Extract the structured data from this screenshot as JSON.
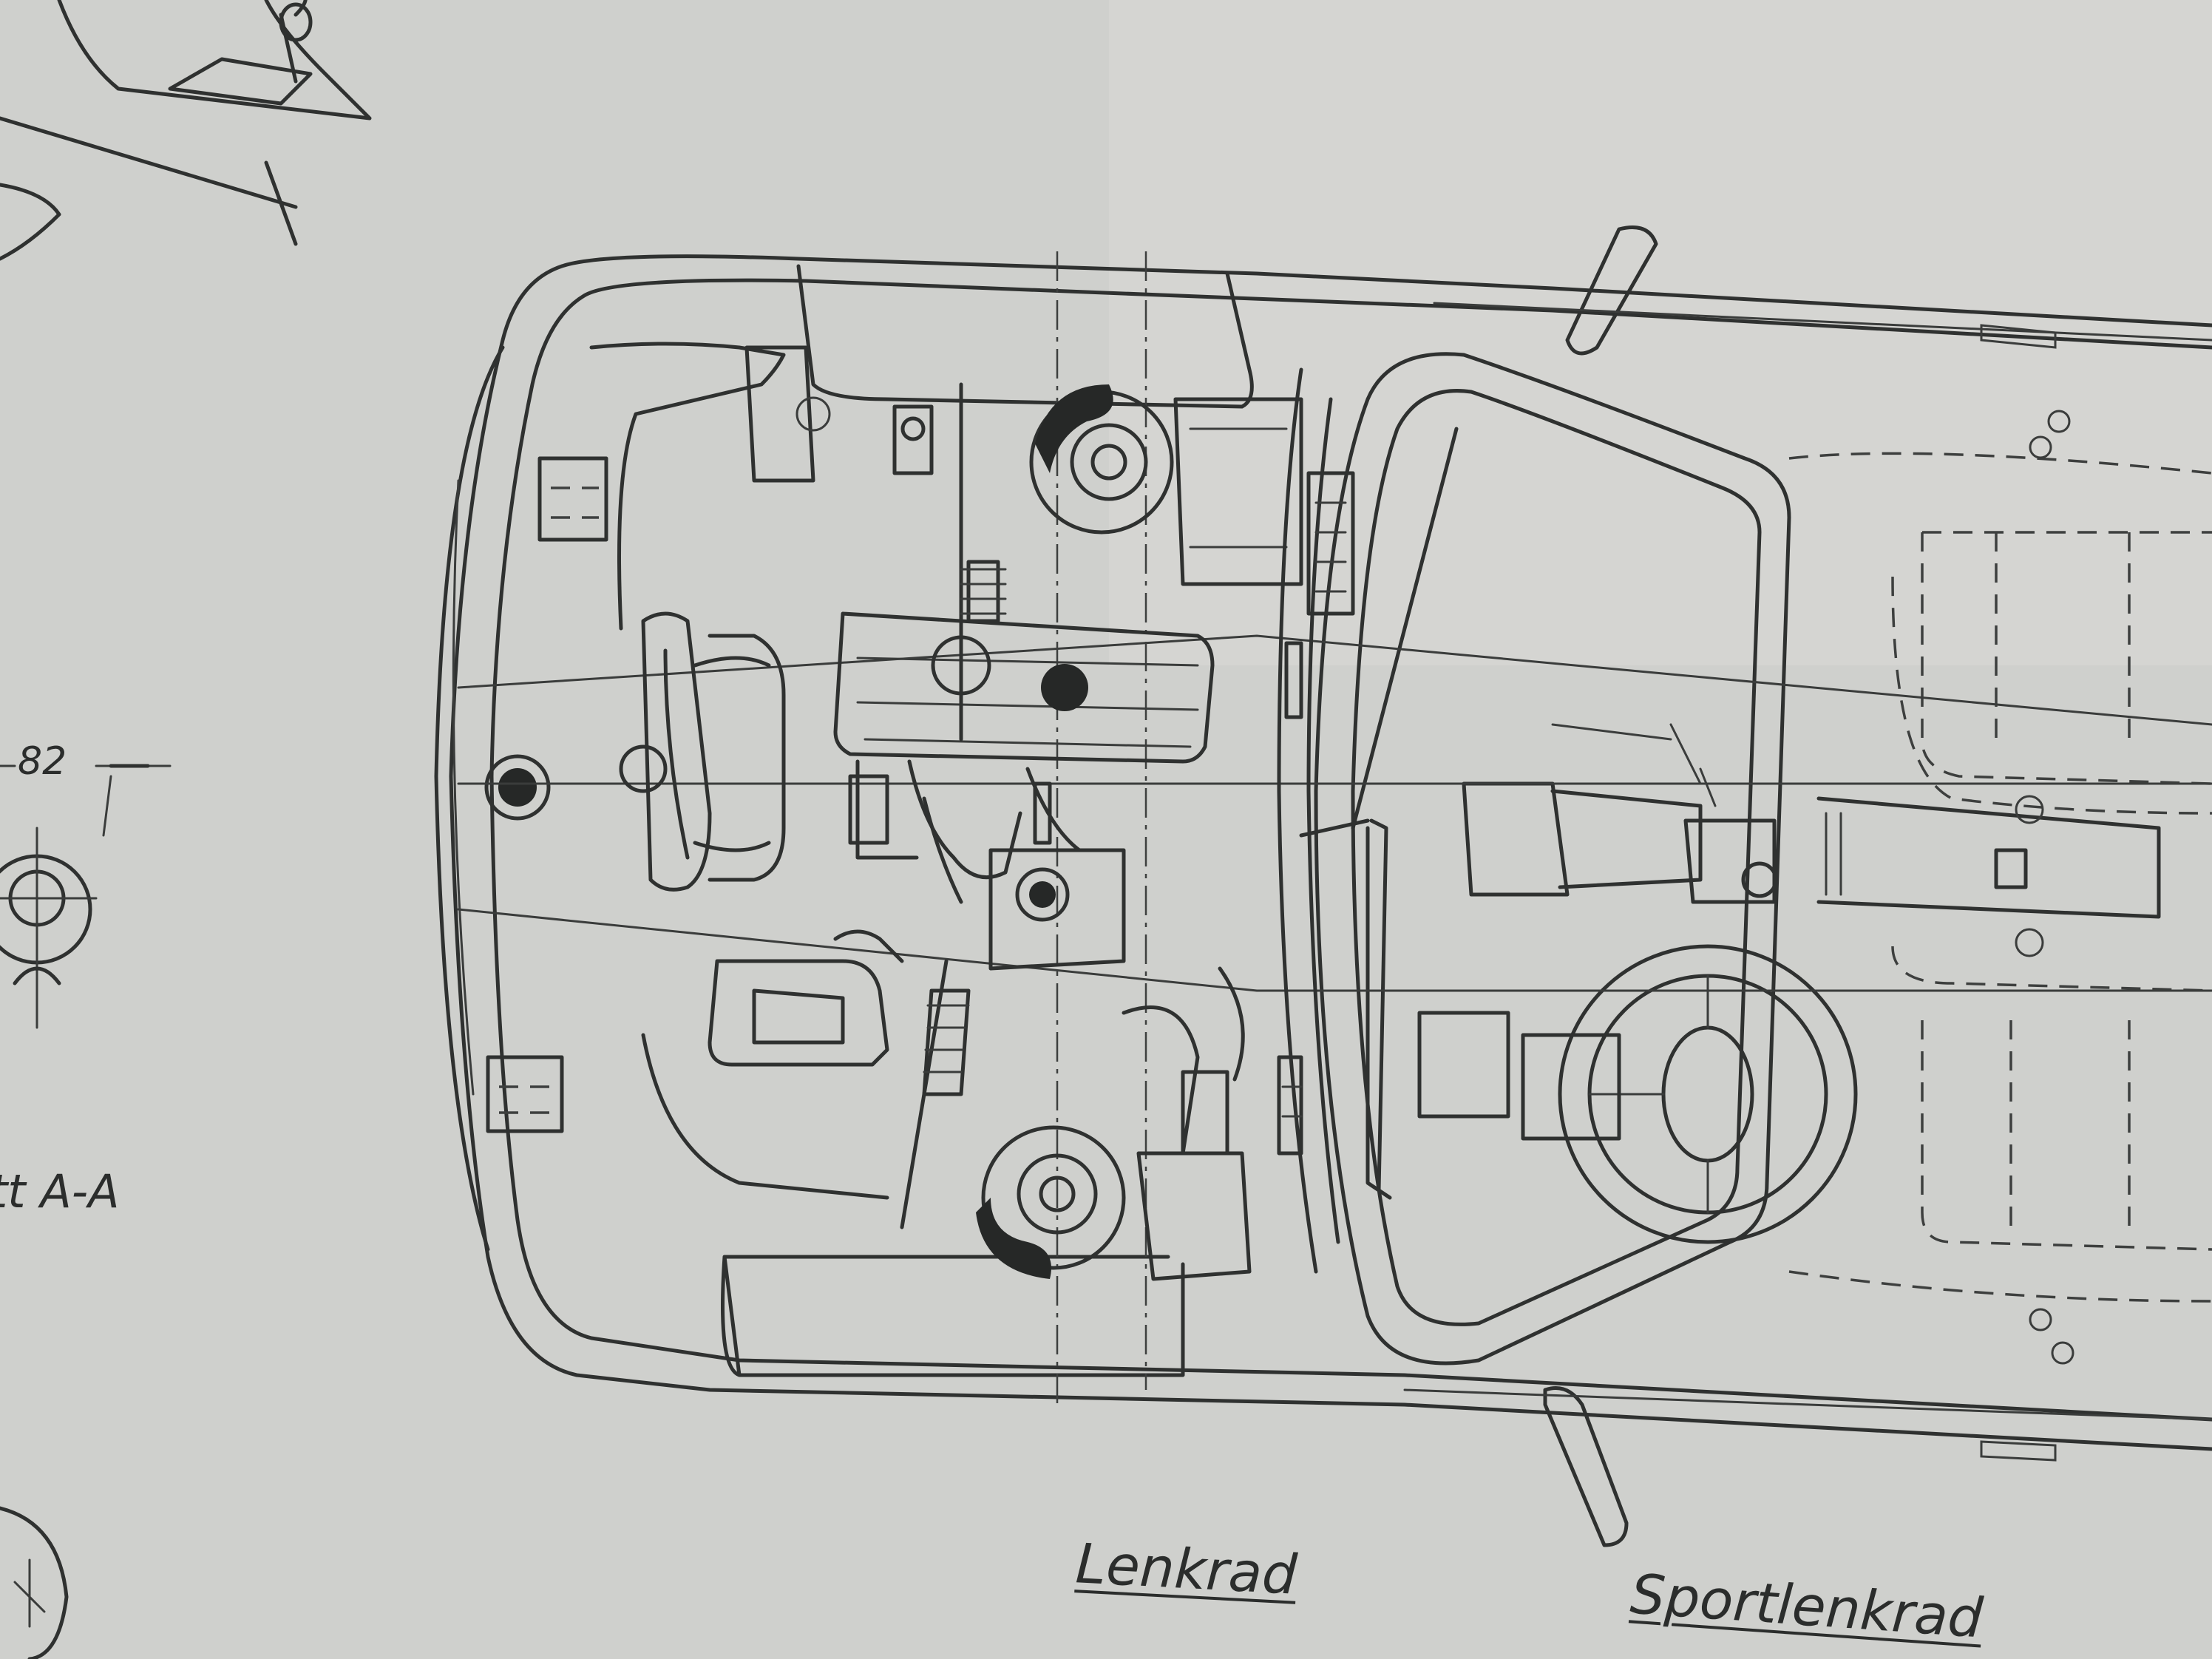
{
  "labels": {
    "dimension": "82",
    "section": "tt A-A",
    "steering_wheel": "Lenkrad",
    "sport_steering_wheel": "Sportlenkrad"
  },
  "colors": {
    "paper": "#cfd0cd",
    "ink": "#2f3130"
  }
}
